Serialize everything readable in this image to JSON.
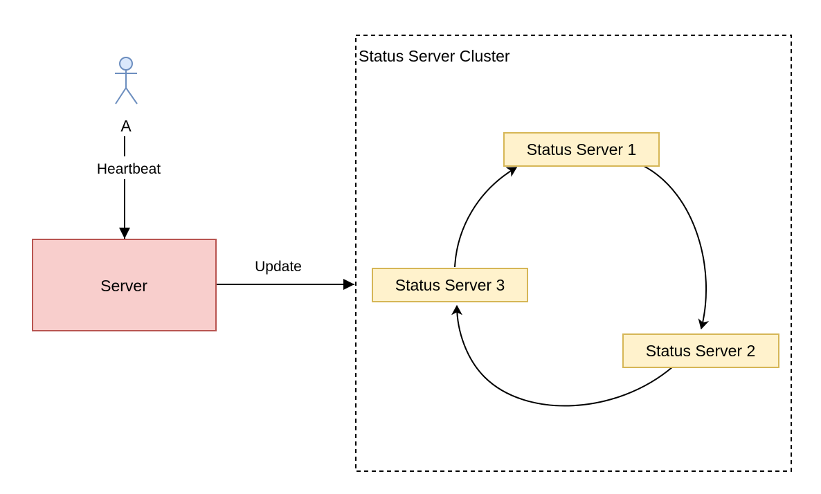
{
  "actor": {
    "label": "A"
  },
  "edges": {
    "heartbeat_label": "Heartbeat",
    "update_label": "Update"
  },
  "server": {
    "label": "Server"
  },
  "cluster": {
    "title": "Status Server Cluster",
    "nodes": [
      {
        "label": "Status Server 1"
      },
      {
        "label": "Status Server 2"
      },
      {
        "label": "Status Server 3"
      }
    ]
  },
  "colors": {
    "server_fill": "#f8cecc",
    "server_stroke": "#b85450",
    "node_fill": "#fff2cc",
    "node_stroke": "#d6b656",
    "actor_fill": "#dae8fc",
    "actor_stroke": "#6c8ebf",
    "line": "#000000"
  }
}
